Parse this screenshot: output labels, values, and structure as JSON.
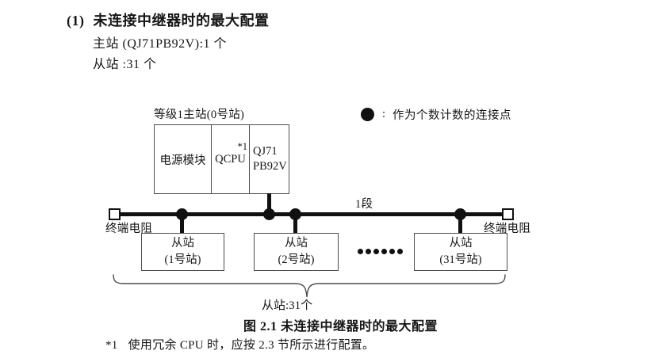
{
  "colors": {
    "ink": "#111111",
    "box_border": "#4d4d4d",
    "background": "#ffffff"
  },
  "header": {
    "number": "(1)",
    "title": "未连接中继器时的最大配置",
    "master_count": "主站 (QJ71PB92V):1 个",
    "slave_count": "从站 :31 个"
  },
  "diagram": {
    "master": {
      "label": "等级1主站(0号站)",
      "power_module": "电源模块",
      "cpu": "QCPU",
      "cpu_note": "*1",
      "interface_line1": "QJ71",
      "interface_line2": "PB92V"
    },
    "legend": {
      "symbol_name": "filled-circle-connection-point",
      "separator": ":",
      "text": "作为个数计数的连接点"
    },
    "bus": {
      "segment_label": "1段",
      "left_terminator_label": "终端电阻",
      "right_terminator_label": "终端电阻"
    },
    "slaves": [
      {
        "name": "从站",
        "station": "(1号站)"
      },
      {
        "name": "从站",
        "station": "(2号站)"
      },
      {
        "name": "从站",
        "station": "(31号站)"
      }
    ],
    "brace_label": "从站:31个"
  },
  "footer": {
    "caption": "图 2.1 未连接中继器时的最大配置",
    "footnote_marker": "*1",
    "footnote_text": "使用冗余 CPU 时，应按 2.3 节所示进行配置。"
  }
}
